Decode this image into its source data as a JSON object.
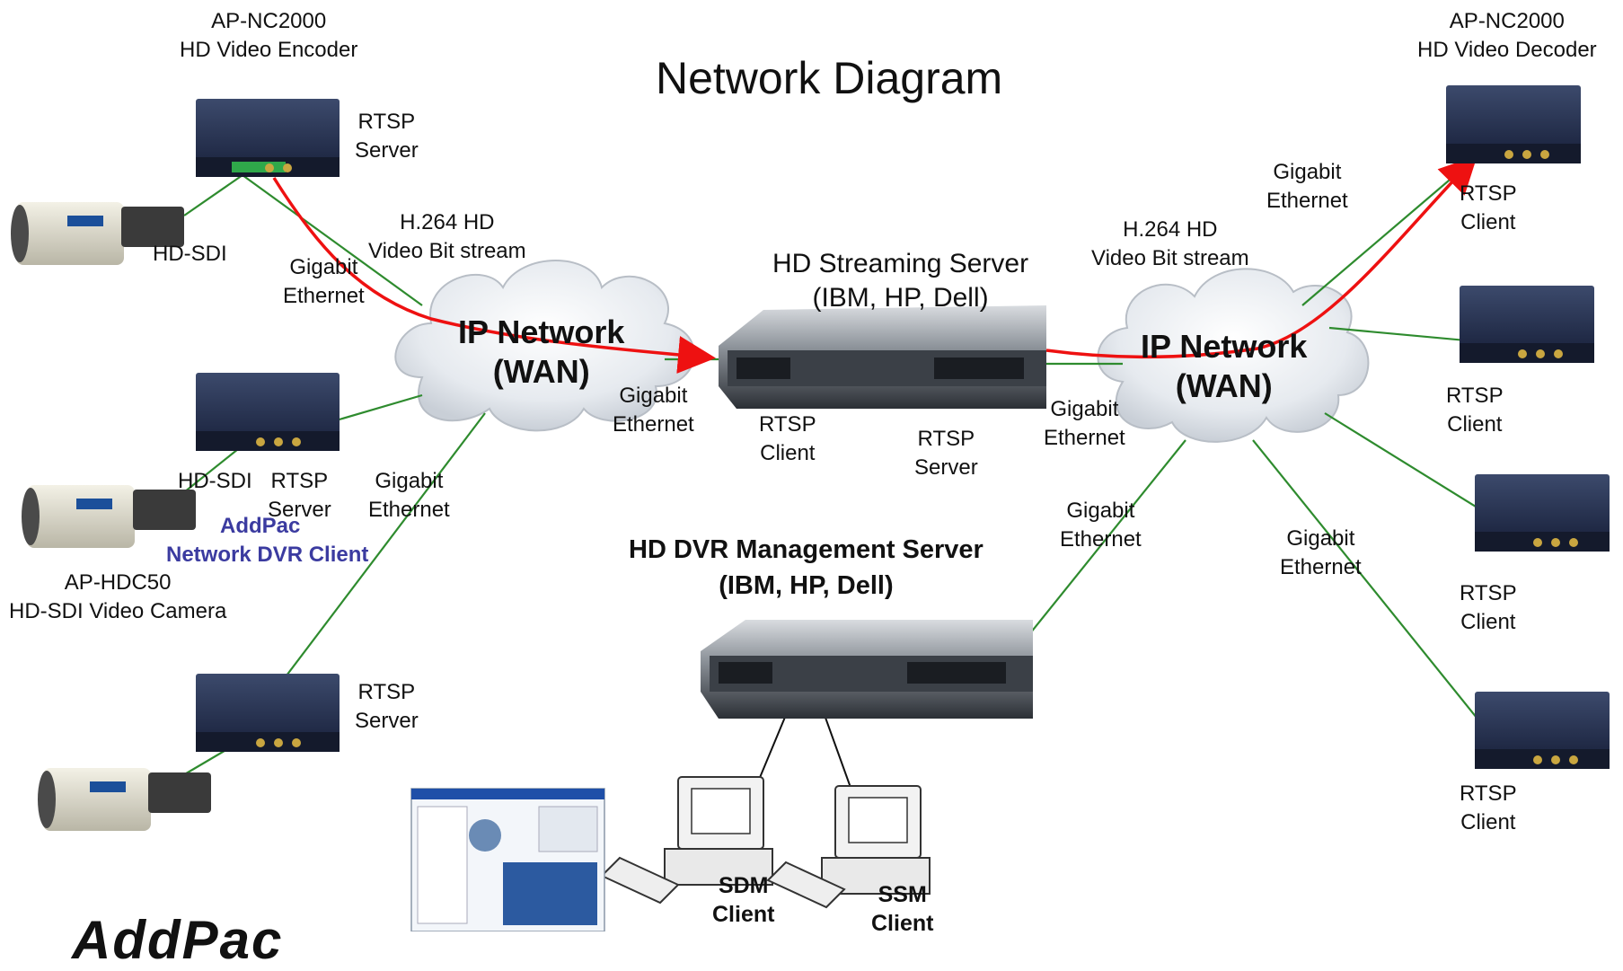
{
  "title": "Network Diagram",
  "encoder_top": {
    "model": "AP-NC2000",
    "desc": "HD Video Encoder"
  },
  "decoder_top": {
    "model": "AP-NC2000",
    "desc": "HD Video Decoder"
  },
  "camera_label": {
    "model": "AP-HDC50",
    "desc": "HD-SDI  Video Camera"
  },
  "wan_left": {
    "line1": "IP Network",
    "line2": "(WAN)"
  },
  "wan_right": {
    "line1": "IP Network",
    "line2": "(WAN)"
  },
  "streaming_server": {
    "line1": "HD Streaming Server",
    "line2": "(IBM, HP, Dell)"
  },
  "dvr_server": {
    "line1": "HD DVR Management Server",
    "line2": "(IBM, HP, Dell)"
  },
  "dvr_client": {
    "line1": "AddPac",
    "line2": "Network DVR Client"
  },
  "bitstream_left": {
    "line1": "H.264 HD",
    "line2": "Video Bit stream"
  },
  "bitstream_right": {
    "line1": "H.264 HD",
    "line2": "Video Bit stream"
  },
  "rtsp_server_1": {
    "line1": "RTSP",
    "line2": "Server"
  },
  "rtsp_server_2": {
    "line1": "RTSP",
    "line2": "Server"
  },
  "rtsp_server_3": {
    "line1": "RTSP",
    "line2": "Server"
  },
  "rtsp_client_stream": {
    "line1": "RTSP",
    "line2": "Client"
  },
  "rtsp_server_stream": {
    "line1": "RTSP",
    "line2": "Server"
  },
  "rtsp_client_1": {
    "line1": "RTSP",
    "line2": "Client"
  },
  "rtsp_client_2": {
    "line1": "RTSP",
    "line2": "Client"
  },
  "rtsp_client_3": {
    "line1": "RTSP",
    "line2": "Client"
  },
  "rtsp_client_4": {
    "line1": "RTSP",
    "line2": "Client"
  },
  "hd_sdi_1": "HD-SDI",
  "hd_sdi_2": "HD-SDI",
  "gigabit_1": {
    "line1": "Gigabit",
    "line2": "Ethernet"
  },
  "gigabit_2": {
    "line1": "Gigabit",
    "line2": "Ethernet"
  },
  "gigabit_3": {
    "line1": "Gigabit",
    "line2": "Ethernet"
  },
  "gigabit_4": {
    "line1": "Gigabit",
    "line2": "Ethernet"
  },
  "gigabit_5": {
    "line1": "Gigabit",
    "line2": "Ethernet"
  },
  "gigabit_6": {
    "line1": "Gigabit",
    "line2": "Ethernet"
  },
  "gigabit_7": {
    "line1": "Gigabit",
    "line2": "Ethernet"
  },
  "sdm_client": {
    "line1": "SDM",
    "line2": "Client"
  },
  "ssm_client": {
    "line1": "SSM",
    "line2": "Client"
  },
  "logo": "AddPac",
  "colors": {
    "stream": "#ee1111",
    "link": "#2e8b2e",
    "device": "#2c3a5c",
    "cloud": "#dfe4ea"
  }
}
